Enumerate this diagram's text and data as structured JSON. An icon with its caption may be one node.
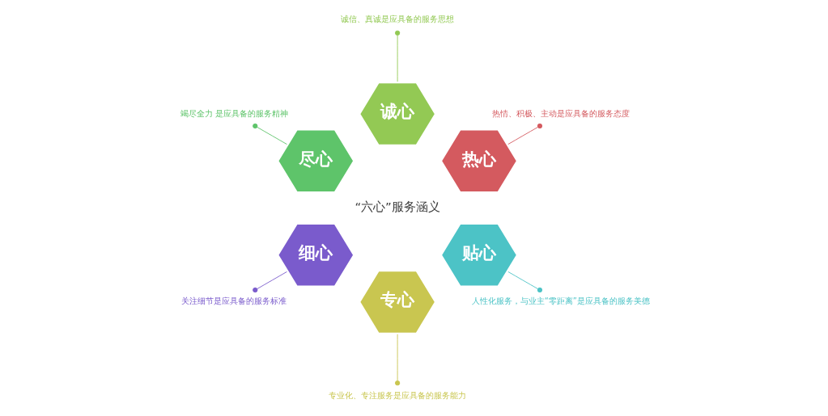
{
  "diagram": {
    "nodes": [
      {
        "text": [
          "诚心"
        ]
      },
      {
        "text": [
          "热心"
        ]
      },
      {
        "text": [
          "贴心"
        ]
      },
      {
        "text": [
          "专心"
        ]
      },
      {
        "text": [
          "细心"
        ]
      },
      {
        "text": [
          "尽心"
        ]
      },
      {
        "text": [
          "诚信、真诚是应具备的服务思想"
        ]
      },
      {
        "text": [
          "热情、积极、主动是应具备的服务态度"
        ]
      },
      {
        "text": [
          "人性化服务，与业主“零距离”是应具备的服务美德"
        ]
      },
      {
        "text": [
          "专业化、专注服务是应具备的服务能力"
        ]
      },
      {
        "text": [
          "关注细节是应具备的服务标准"
        ]
      },
      {
        "text": [
          "竭尽全力 是应具备的服务精神"
        ]
      }
    ],
    "edges": [
      {
        "from": 0,
        "to": 6,
        "arrow": "other",
        "color": "#93c954"
      },
      {
        "from": 1,
        "to": 7,
        "arrow": "other",
        "color": "#d45a5f"
      },
      {
        "from": 2,
        "to": 8,
        "arrow": "other",
        "color": "#4cc3c6"
      },
      {
        "from": 3,
        "to": 9,
        "arrow": "other",
        "color": "#c9c650"
      },
      {
        "from": 4,
        "to": 10,
        "arrow": "other",
        "color": "#7a5bcc"
      },
      {
        "from": 5,
        "to": 11,
        "arrow": "other",
        "color": "#5ec46a"
      }
    ],
    "labels": [
      "“六心”服务涵义"
    ]
  }
}
